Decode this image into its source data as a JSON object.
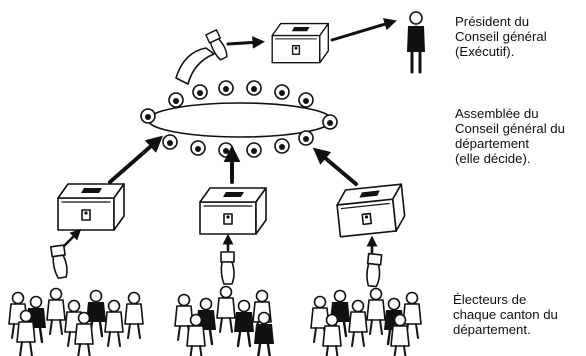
{
  "labels": {
    "president": "Président du\nConseil général\n(Exécutif).",
    "assembly": "Assemblée du\nConseil général du\ndépartement\n(elle décide).",
    "voters": "Électeurs de\nchaque canton du\ndépartement."
  },
  "colors": {
    "ink": "#111111",
    "paper": "#ffffff"
  },
  "icons": [
    "ballot-box-icon",
    "hand-icon",
    "person-icon",
    "arrow-icon"
  ]
}
